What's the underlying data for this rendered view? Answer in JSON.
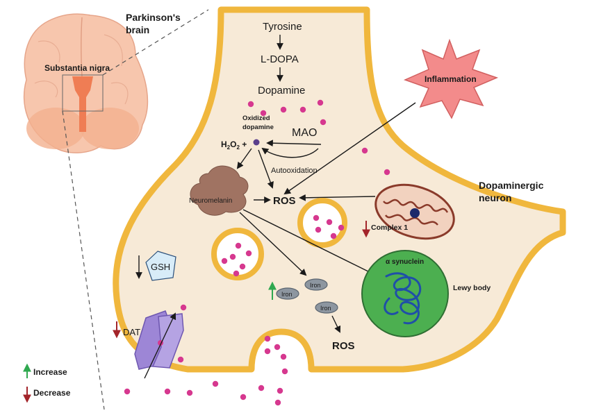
{
  "brain": {
    "title_line1": "Parkinson's",
    "title_line2": "brain",
    "region_label": "Substantia nigra"
  },
  "pathway": {
    "tyrosine": "Tyrosine",
    "ldopa": "L-DOPA",
    "dopamine": "Dopamine",
    "oxidized_line1": "Oxidized",
    "oxidized_line2": "dopamine",
    "mao": "MAO",
    "h2o2_main": "H",
    "h2o2_sub1": "2",
    "h2o2_mid": "O",
    "h2o2_sub2": "2",
    "h2o2_plus": " +",
    "autooxidation": "Autooxidation",
    "neuromelanin": "Neuromelanin",
    "ros_main": "ROS",
    "ros_iron": "ROS"
  },
  "inflammation": {
    "label": "Inflammation"
  },
  "neuron": {
    "label_line1": "Dopaminergic",
    "label_line2": "neuron"
  },
  "mitochondria": {
    "complex_label": "Complex 1",
    "complex_change": "decrease"
  },
  "lewy": {
    "protein_label": "α synuclein",
    "body_label": "Lewy body"
  },
  "gsh": {
    "label": "GSH",
    "change": "decrease"
  },
  "iron": {
    "items": [
      "Iron",
      "Iron",
      "Iron"
    ],
    "change": "increase"
  },
  "dat": {
    "label": "DAT",
    "change": "decrease"
  },
  "legend": {
    "increase": "Increase",
    "decrease": "Decrease",
    "increase_color": "#2fa84f",
    "decrease_color": "#a3242a"
  },
  "colors": {
    "membrane": "#f0b73d",
    "cytoplasm": "#f7ead7",
    "dopamine_dot": "#d6388f",
    "inflammation": "#f38b8b",
    "lewy_body": "#4caf50",
    "synuclein": "#1f4fa8",
    "dat_protein": "#9d86d6",
    "iron": "#8d96a0"
  }
}
